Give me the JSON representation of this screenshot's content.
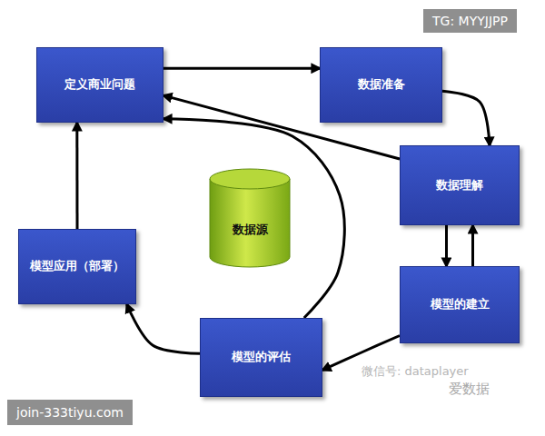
{
  "diagram": {
    "nodes": [
      {
        "text": [
          "定义商业问题"
        ]
      },
      {
        "text": [
          "数据准备"
        ]
      },
      {
        "text": [
          "数据理解"
        ]
      },
      {
        "text": [
          "数据源"
        ]
      },
      {
        "text": [
          "模型应用（部署）"
        ]
      },
      {
        "text": [
          "模型的建立"
        ]
      },
      {
        "text": [
          "模型的评估"
        ]
      }
    ],
    "edges": [
      {
        "from": 0,
        "to": 1,
        "arrow": "to"
      },
      {
        "from": 1,
        "to": 2,
        "arrow": "to"
      },
      {
        "from": 2,
        "to": 0,
        "arrow": "to"
      },
      {
        "from": 2,
        "to": 5,
        "arrow": "to"
      },
      {
        "from": 5,
        "to": 2,
        "arrow": "to"
      },
      {
        "from": 5,
        "to": 6,
        "arrow": "to"
      },
      {
        "from": 6,
        "to": 0,
        "arrow": "to"
      },
      {
        "from": 6,
        "to": 4,
        "arrow": "to"
      },
      {
        "from": 4,
        "to": 0,
        "arrow": "to"
      }
    ],
    "labels": [
      "TG: MYYJJPP",
      "join-333tiyu.com",
      "微信号: dataplayer",
      "爱数据"
    ]
  }
}
